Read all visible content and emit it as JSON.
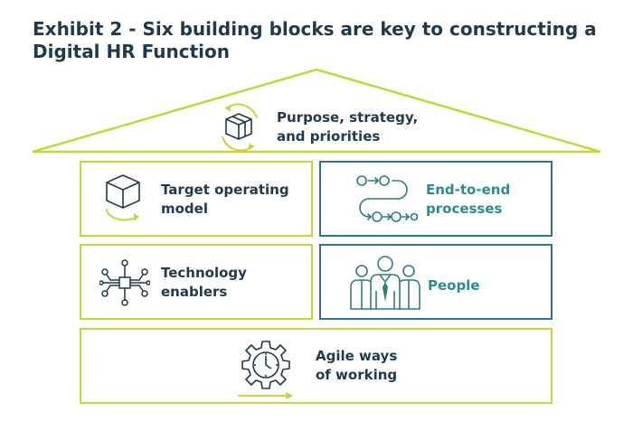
{
  "title": "Exhibit 2 - Six building blocks are key to constructing a Digital HR Function",
  "colors": {
    "lime": "#c8d43a",
    "teal": "#2e7b82",
    "navy": "#1f3a4d"
  },
  "blocks": {
    "roof": {
      "label": "Purpose, strategy,\nand priorities",
      "icon": "cube-cycle-icon"
    },
    "operating_model": {
      "label": "Target operating\nmodel",
      "icon": "cube-icon"
    },
    "processes": {
      "label": "End-to-end\nprocesses",
      "icon": "process-flow-icon"
    },
    "technology": {
      "label": "Technology\nenablers",
      "icon": "circuit-chip-icon"
    },
    "people": {
      "label": "People",
      "icon": "people-icon"
    },
    "agile": {
      "label": "Agile ways\nof working",
      "icon": "gear-clock-icon"
    }
  }
}
